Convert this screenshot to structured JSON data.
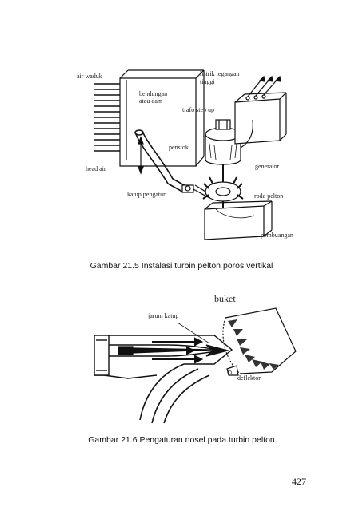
{
  "figure1": {
    "labels": {
      "air_waduk": "air waduk",
      "bendungan_atau_dam_line1": "bendungan",
      "bendungan_atau_dam_line2": "atau dam",
      "listrik_line1": "listrik tegangan",
      "listrik_line2": "tinggi",
      "trafo": "trafo step up",
      "penstok": "penstok",
      "head_air": "head air",
      "generator": "generator",
      "katup_pengatur": "katup pengatur",
      "roda_pelton": "roda pelton",
      "pembuangan": "pembuangan"
    },
    "caption": "Gambar 21.5 Instalasi turbin pelton poros vertikal"
  },
  "figure2": {
    "labels": {
      "buket": "buket",
      "jarum_katup": "jarum katup",
      "deflektor": "deflektor"
    },
    "caption": "Gambar 21.6 Pengaturan nosel pada turbin pelton"
  },
  "page_number": "427"
}
